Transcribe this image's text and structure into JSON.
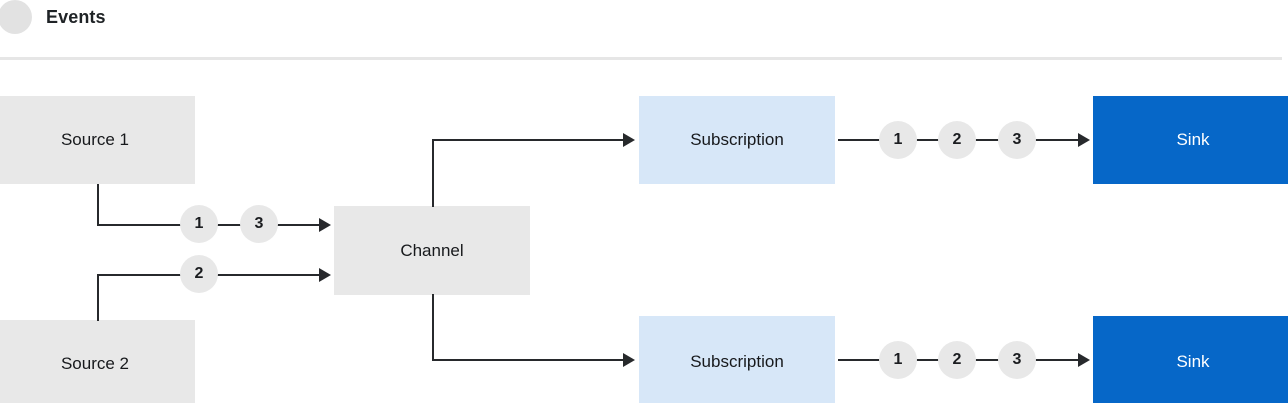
{
  "legend": {
    "icon": "event-circle-icon",
    "label": "Events"
  },
  "colors": {
    "background": "#ffffff",
    "node_gray": "#e8e8e8",
    "node_blue": "#d7e7f8",
    "node_accent": "#0667c8",
    "line": "#27292c",
    "divider": "#e6e6e6",
    "token_fill": "#e8e8e8"
  },
  "diagram": {
    "type": "flow",
    "nodes": {
      "source_1": {
        "label": "Source 1",
        "style": "gray"
      },
      "source_2": {
        "label": "Source 2",
        "style": "gray"
      },
      "channel": {
        "label": "Channel",
        "style": "gray"
      },
      "subscription_top": {
        "label": "Subscription",
        "style": "blue"
      },
      "subscription_bottom": {
        "label": "Subscription",
        "style": "blue"
      },
      "sink_top": {
        "label": "Sink",
        "style": "accent"
      },
      "sink_bottom": {
        "label": "Sink",
        "style": "accent"
      }
    },
    "tokens": {
      "source_1_to_channel": [
        "1",
        "3"
      ],
      "source_2_to_channel": [
        "2"
      ],
      "subscription_top_to_sink": [
        "1",
        "2",
        "3"
      ],
      "subscription_bottom_to_sink": [
        "1",
        "2",
        "3"
      ]
    }
  }
}
